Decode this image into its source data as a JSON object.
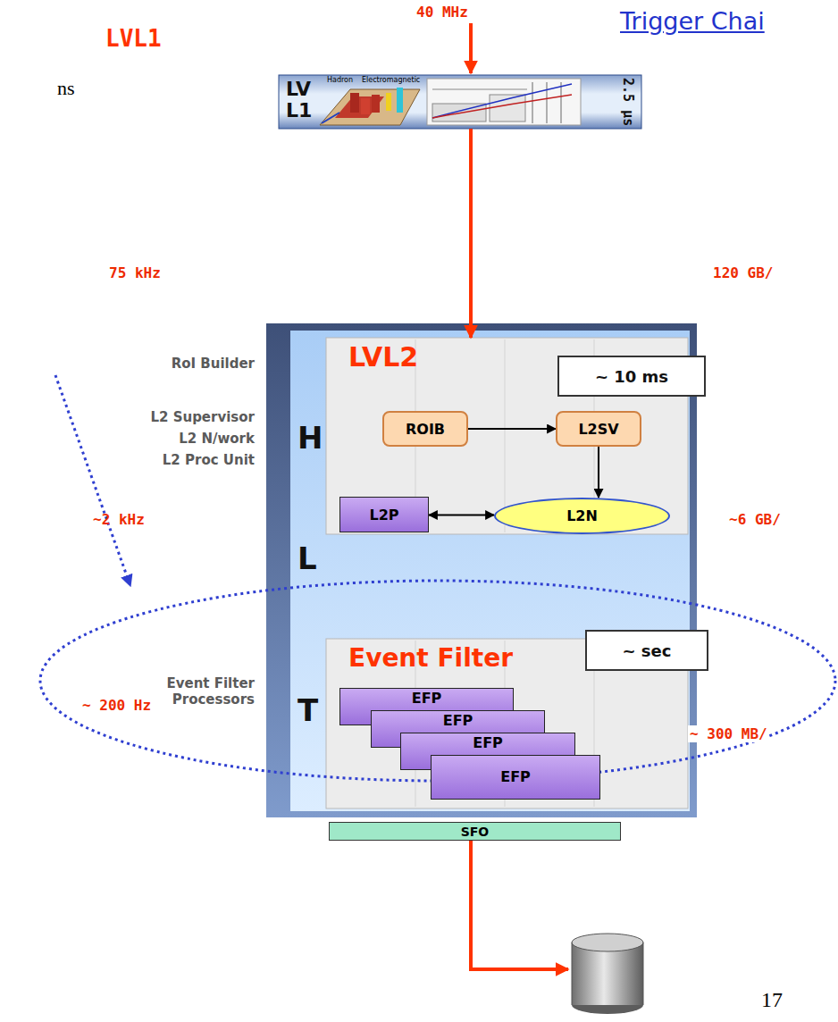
{
  "diagram": {
    "title": "Trigger Chai",
    "nodes": [
      {
        "text": [
          "LV L1",
          "2.5 μs"
        ]
      },
      {
        "text": [
          "H",
          "L",
          "T"
        ]
      },
      {
        "text": [
          "LVL2"
        ],
        "in": 1
      },
      {
        "text": [
          "~ 10 ms"
        ],
        "in": 2
      },
      {
        "text": [
          "ROIB"
        ],
        "in": 2
      },
      {
        "text": [
          "L2SV"
        ],
        "in": 2
      },
      {
        "text": [
          "L2P"
        ],
        "in": 2
      },
      {
        "text": [
          "L2N"
        ],
        "in": 2
      },
      {
        "text": [
          "Event Filter"
        ],
        "in": 1
      },
      {
        "text": [
          "~ sec"
        ],
        "in": 8
      },
      {
        "text": [
          "EFP"
        ],
        "in": 8
      },
      {
        "text": [
          "EFP"
        ],
        "in": 8
      },
      {
        "text": [
          "EFP"
        ],
        "in": 8
      },
      {
        "text": [
          "EFP"
        ],
        "in": 8
      },
      {
        "text": [
          "SFO"
        ]
      }
    ],
    "edges": [
      {
        "from": 0,
        "to": 2,
        "arrow": "to"
      },
      {
        "from": 4,
        "to": 5,
        "arrow": "to"
      },
      {
        "from": 5,
        "to": 7,
        "arrow": "to"
      },
      {
        "from": 6,
        "to": 7,
        "arrow": "both"
      }
    ],
    "labels": [
      "ns",
      "LVL1",
      "40 MHz",
      "75 kHz",
      "120 GB/",
      "RoI Builder",
      "L2 Supervisor",
      "L2 N/work",
      "L2 Proc Unit",
      "~2 kHz",
      "~6 GB/",
      "Event Filter Processors",
      "~ 200 Hz",
      "~ 300 MB/",
      "17",
      "Hadron",
      "Electromagnetic"
    ]
  }
}
